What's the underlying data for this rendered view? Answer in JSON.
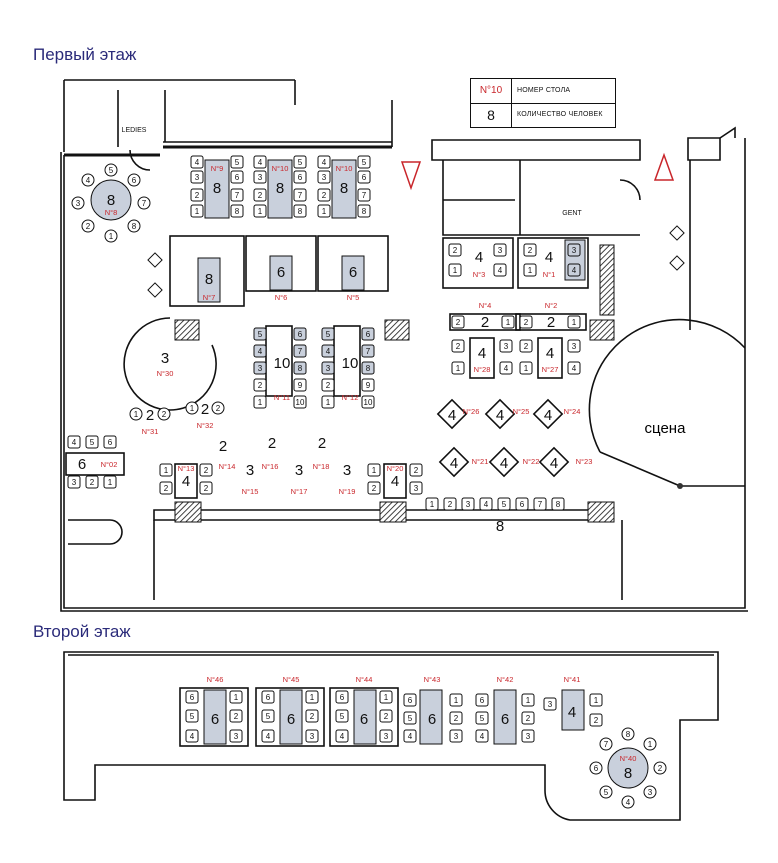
{
  "floors": {
    "first_title": "Первый этаж",
    "second_title": "Второй этаж"
  },
  "legend": {
    "table_number_sample": "N°10",
    "table_number_label": "НОМЕР СТОЛА",
    "seats_sample": "8",
    "seats_label": "КОЛИЧЕСТВО ЧЕЛОВЕК"
  },
  "rooms": {
    "ladies": "LEDIES",
    "gent": "GENT",
    "stage": "сцена"
  },
  "colors": {
    "title": "#2b2b7a",
    "table_number": "#c9262b",
    "table_fill": "#c9d0dc",
    "arrow": "#c9262b"
  },
  "tables_first_floor": [
    {
      "id": "N°8",
      "seats": "8"
    },
    {
      "id": "N°9",
      "seats": "8"
    },
    {
      "id": "N°10",
      "seats": "8"
    },
    {
      "id": "N°10",
      "seats": "8"
    },
    {
      "id": "N°7",
      "seats": "8"
    },
    {
      "id": "N°6",
      "seats": "6"
    },
    {
      "id": "N°5",
      "seats": "6"
    },
    {
      "id": "N°3",
      "seats": "4"
    },
    {
      "id": "N°1",
      "seats": "4"
    },
    {
      "id": "N°4",
      "seats": "2"
    },
    {
      "id": "N°2",
      "seats": "2"
    },
    {
      "id": "N°28",
      "seats": "4"
    },
    {
      "id": "N°27",
      "seats": "4"
    },
    {
      "id": "N°30",
      "seats": "3"
    },
    {
      "id": "N°11",
      "seats": "10"
    },
    {
      "id": "N°12",
      "seats": "10"
    },
    {
      "id": "N°31",
      "seats": "2"
    },
    {
      "id": "N°32",
      "seats": "2"
    },
    {
      "id": "N°26",
      "seats": "4"
    },
    {
      "id": "N°25",
      "seats": "4"
    },
    {
      "id": "N°24",
      "seats": "4"
    },
    {
      "id": "N°21",
      "seats": "4"
    },
    {
      "id": "N°22",
      "seats": "4"
    },
    {
      "id": "N°23",
      "seats": "4"
    },
    {
      "id": "N°02",
      "seats": "6"
    },
    {
      "id": "N°13",
      "seats": "4"
    },
    {
      "id": "N°14",
      "seats": "2"
    },
    {
      "id": "N°15",
      "seats": "3"
    },
    {
      "id": "N°16",
      "seats": "2"
    },
    {
      "id": "N°17",
      "seats": "3"
    },
    {
      "id": "N°18",
      "seats": "2"
    },
    {
      "id": "N°19",
      "seats": "3"
    },
    {
      "id": "N°20",
      "seats": "4"
    }
  ],
  "bar_counter_seats": "8",
  "tables_second_floor": [
    {
      "id": "N°46",
      "seats": "6"
    },
    {
      "id": "N°45",
      "seats": "6"
    },
    {
      "id": "N°44",
      "seats": "6"
    },
    {
      "id": "N°43",
      "seats": "6"
    },
    {
      "id": "N°42",
      "seats": "6"
    },
    {
      "id": "N°41",
      "seats": "4"
    },
    {
      "id": "N°40",
      "seats": "8"
    }
  ]
}
